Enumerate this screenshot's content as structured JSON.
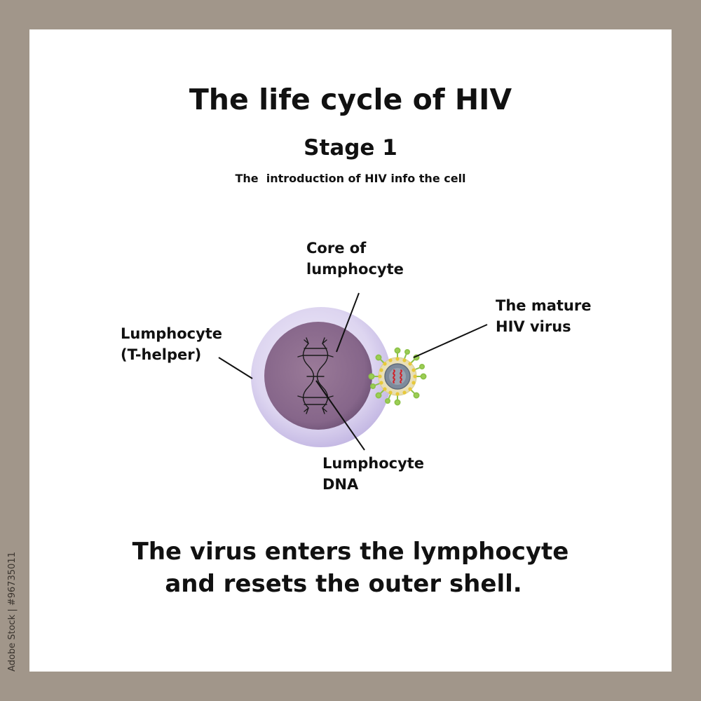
{
  "title": "The life cycle of HIV",
  "stage": "Stage 1",
  "subtitle": "The  introduction of HIV info the cell",
  "labels": {
    "core_line1": "Core of",
    "core_line2": "lumphocyte",
    "lymphocyte_line1": "Lumphocyte",
    "lymphocyte_line2": "(T-helper)",
    "virus_line1": "The mature",
    "virus_line2": "HIV virus",
    "dna_line1": "Lumphocyte",
    "dna_line2": "DNA"
  },
  "caption": {
    "line1": "The virus enters the lymphocyte",
    "line2": "and resets the outer shell."
  },
  "watermark": "Adobe Stock",
  "credit": "Adobe Stock | #96735011",
  "colors": {
    "frame": "#a1968a",
    "cell_outer": "#d9d2ee",
    "nucleus": "#8a6a8a",
    "virus_spikes": "#8ec24a",
    "virus_core": "#7d8a9b",
    "rna": "#d0222a"
  }
}
